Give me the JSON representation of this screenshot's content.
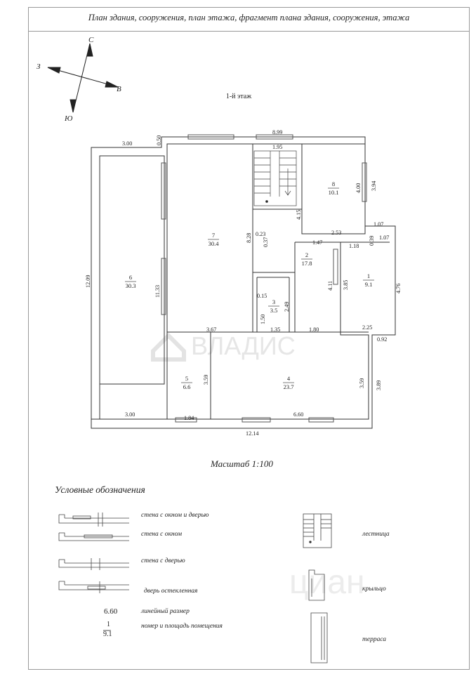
{
  "header": {
    "title": "План здания, сооружения, план этажа, фрагмент плана здания, сооружения, этажа"
  },
  "compass": {
    "north": "С",
    "south": "Ю",
    "west": "З",
    "east": "В"
  },
  "floor_label": "1-й этаж",
  "rooms": [
    {
      "number": "1",
      "area": "9.1"
    },
    {
      "number": "2",
      "area": "17.8"
    },
    {
      "number": "3",
      "area": "3.5"
    },
    {
      "number": "4",
      "area": "23.7"
    },
    {
      "number": "5",
      "area": "6.6"
    },
    {
      "number": "6",
      "area": "30.3"
    },
    {
      "number": "7",
      "area": "30.4"
    },
    {
      "number": "8",
      "area": "10.1"
    }
  ],
  "dimensions": {
    "d899": "8.99",
    "d195": "1.95",
    "d300a": "3.00",
    "d050": "0.50",
    "d394": "3.94",
    "d400": "4.00",
    "d107a": "1.07",
    "d107b": "1.07",
    "d253": "2.53",
    "d039": "0.39",
    "d415": "4.15",
    "d828": "8.28",
    "d023": "0.23",
    "d037": "0.37",
    "d147": "1.47",
    "d118": "1.18",
    "d476": "4.76",
    "d1209": "12.09",
    "d1133": "11.33",
    "d411": "4.11",
    "d385": "3.85",
    "d015": "0.15",
    "d249": "2.49",
    "d150": "1.50",
    "d135": "1.35",
    "d180": "1.80",
    "d225": "2.25",
    "d367": "3.67",
    "d092": "0.92",
    "d359a": "3.59",
    "d359b": "3.59",
    "d389": "3.89",
    "d300b": "3.00",
    "d184": "1.84",
    "d660": "6.60",
    "d1214": "12.14"
  },
  "scale_label": "Масштаб 1:100",
  "legend": {
    "title": "Условные обозначения",
    "items": {
      "window_door": "стена с окном и дверью",
      "window": "стена с окном",
      "door": "стена с дверью",
      "glazed_door": "дверь остекленная",
      "linear_size": "линейный размер",
      "room_number_area": "номер и площадь помещения",
      "stairs": "лестница",
      "porch": "крыльцо",
      "terrace": "терраса"
    },
    "sample_dimension": "6.60",
    "sample_room": {
      "number": "1",
      "area": "9.1"
    }
  },
  "watermark": {
    "primary": "ВЛАДИС",
    "secondary": "циан"
  }
}
